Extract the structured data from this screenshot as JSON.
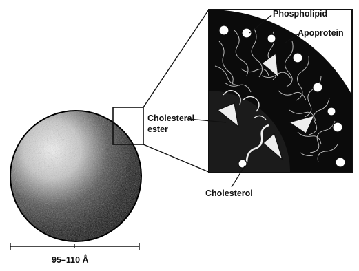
{
  "labels": {
    "phospholipid": "Phospholipid",
    "apoprotein": "Apoprotein",
    "cholesteral_ester_line1": "Cholesteral",
    "cholesteral_ester_line2": "ester",
    "cholesterol": "Cholesterol",
    "diameter": "95–110 Å"
  },
  "colors": {
    "ink": "#111111",
    "paper": "#ffffff",
    "highlight": "#f4f4f4"
  }
}
